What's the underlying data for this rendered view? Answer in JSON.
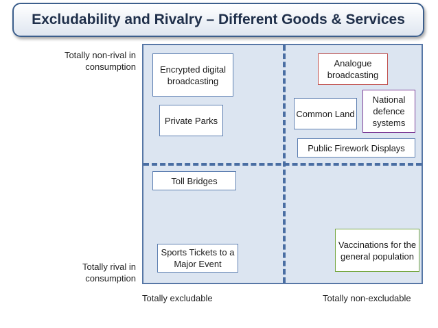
{
  "title": "Excludability and Rivalry – Different Goods & Services",
  "axes": {
    "y_top": "Totally non-rival in consumption",
    "y_bottom": "Totally rival in consumption",
    "x_left": "Totally excludable",
    "x_right": "Totally non-excludable"
  },
  "goods": {
    "encrypted": "Encrypted digital broadcasting",
    "private_parks": "Private Parks",
    "analogue": "Analogue broadcasting",
    "common_land": "Common Land",
    "national_defence": "National defence systems",
    "firework": "Public Firework Displays",
    "toll_bridges": "Toll Bridges",
    "sports_tickets": "Sports Tickets to a Major Event",
    "vaccinations": "Vaccinations for the general population"
  },
  "colors": {
    "title_border": "#3b5e8c",
    "grid_background": "#dce5f1",
    "divider": "#4a6ea3",
    "box_border_blue": "#5b7db0",
    "box_border_red": "#c0504d",
    "box_border_purple": "#7e3f98",
    "box_border_green": "#77a844"
  }
}
